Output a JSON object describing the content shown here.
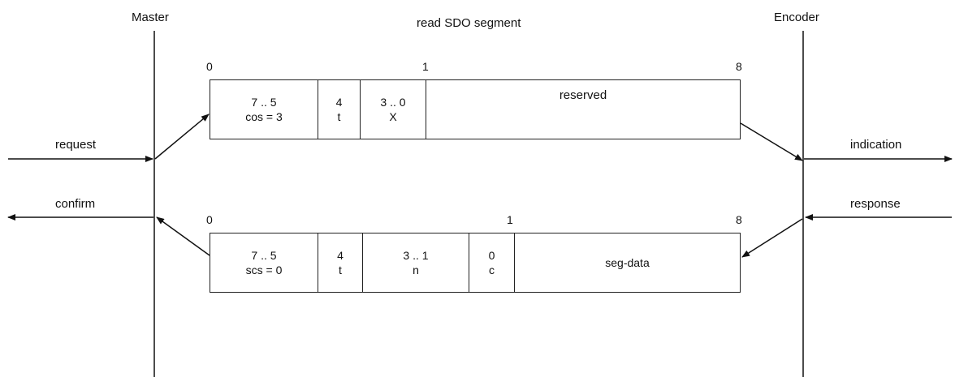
{
  "title": "read SDO segment",
  "participants": {
    "left": "Master",
    "right": "Encoder"
  },
  "signals": {
    "request": "request",
    "indication": "indication",
    "confirm": "confirm",
    "response": "response"
  },
  "request_frame": {
    "byte_indices": [
      "0",
      "1",
      "8"
    ],
    "fields": [
      {
        "bits": "7 .. 5",
        "value": "cos = 3"
      },
      {
        "bits": "4",
        "value": "t"
      },
      {
        "bits": "3 .. 0",
        "value": "X"
      },
      {
        "label": "reserved"
      }
    ]
  },
  "response_frame": {
    "byte_indices": [
      "0",
      "1",
      "8"
    ],
    "fields": [
      {
        "bits": "7 .. 5",
        "value": "scs = 0"
      },
      {
        "bits": "4",
        "value": "t"
      },
      {
        "bits": "3 .. 1",
        "value": "n"
      },
      {
        "bits": "0",
        "value": "c"
      },
      {
        "label": "seg-data"
      }
    ]
  }
}
